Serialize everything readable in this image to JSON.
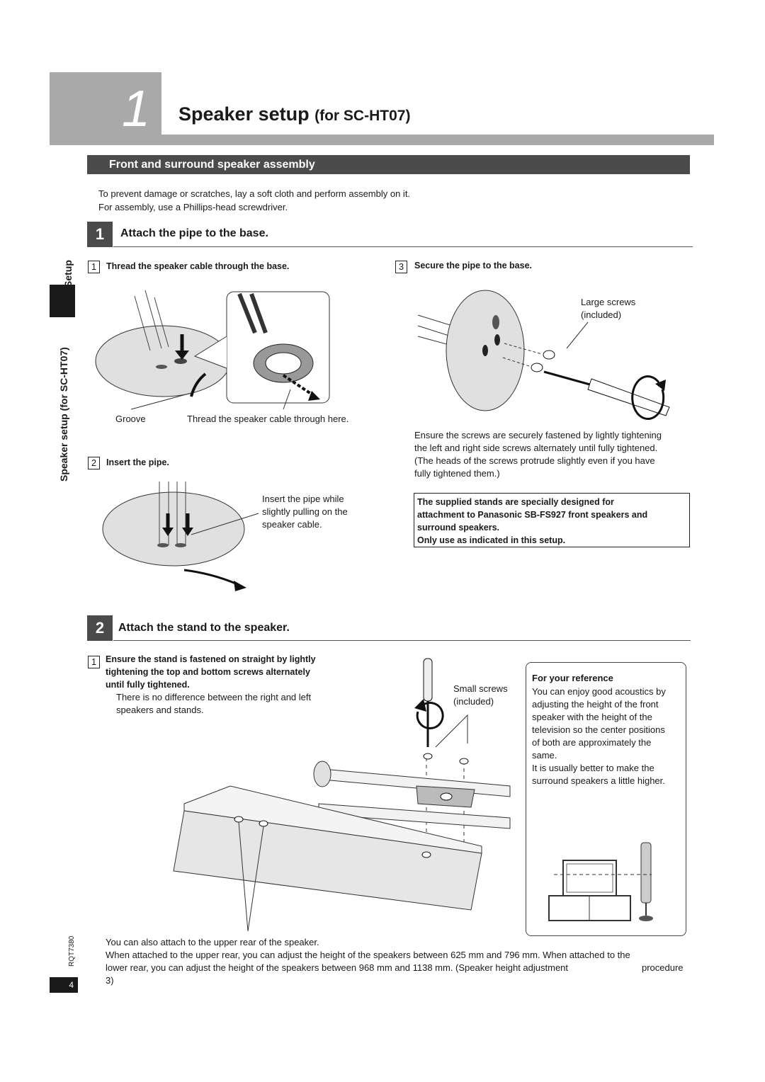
{
  "header": {
    "chapter_number": "1",
    "title": "Speaker setup",
    "title_suffix": "(for SC-HT07)"
  },
  "section": {
    "title": "Front and surround speaker assembly"
  },
  "intro": {
    "line1": "To prevent damage or scratches, lay a soft cloth and perform assembly on it.",
    "line2": "For assembly, use a Phillips-head screwdriver."
  },
  "step1": {
    "number": "1",
    "title": "Attach the pipe to the base.",
    "sub1": {
      "number": "1",
      "title": "Thread the speaker cable through the base.",
      "label_groove": "Groove",
      "label_thread": "Thread the speaker cable through here."
    },
    "sub2": {
      "number": "2",
      "title": "Insert the pipe.",
      "note_line1": "Insert the pipe while",
      "note_line2": "slightly pulling on the",
      "note_line3": "speaker cable."
    },
    "sub3": {
      "number": "3",
      "title": "Secure the pipe to the base.",
      "label_line1": "Large screws",
      "label_line2": "(included)",
      "ensure_line1": "Ensure the screws are securely fastened by lightly tightening",
      "ensure_line2": "the left and right side screws alternately until fully tightened.",
      "ensure_line3": "(The heads of the screws protrude slightly even if you have",
      "ensure_line4": "fully tightened them.)"
    },
    "warning": {
      "line1": "The supplied stands are specially designed for",
      "line2": "attachment to Panasonic SB-FS927 front speakers and",
      "line3": "surround speakers.",
      "line4": "Only use as indicated in this setup."
    }
  },
  "step2": {
    "number": "2",
    "title": "Attach the stand to the speaker.",
    "sub1": {
      "number": "1",
      "title_line1": "Ensure the stand is fastened on straight by lightly",
      "title_line2": "tightening the top and bottom screws alternately",
      "title_line3": "until fully tightened.",
      "note_line1": "There is no difference between the right and left",
      "note_line2": "speakers and stands."
    },
    "label_line1": "Small screws",
    "label_line2": "(included)",
    "reference": {
      "title": "For your reference",
      "lines": [
        "You can enjoy good acoustics by",
        "adjusting the height of the front",
        "speaker with the height of the",
        "television so the center positions",
        "of both are approximately the",
        "same.",
        "It is usually better to make the",
        "surround speakers a little higher."
      ]
    }
  },
  "footer": {
    "line1": "You can also attach to the upper rear of the speaker.",
    "line2": "When attached to the upper rear, you can adjust the height of the speakers between 625 mm and 796 mm. When attached to the",
    "line3a": "lower rear, you can adjust the height of the speakers between 968 mm and 1138 mm. (Speaker height adjustment",
    "line3b": "procedure",
    "line4": "3)"
  },
  "side": {
    "tab": "Setup",
    "label": "Speaker setup (for SC-HT07)",
    "doc_code": "RQT7380",
    "page_number": "4"
  }
}
